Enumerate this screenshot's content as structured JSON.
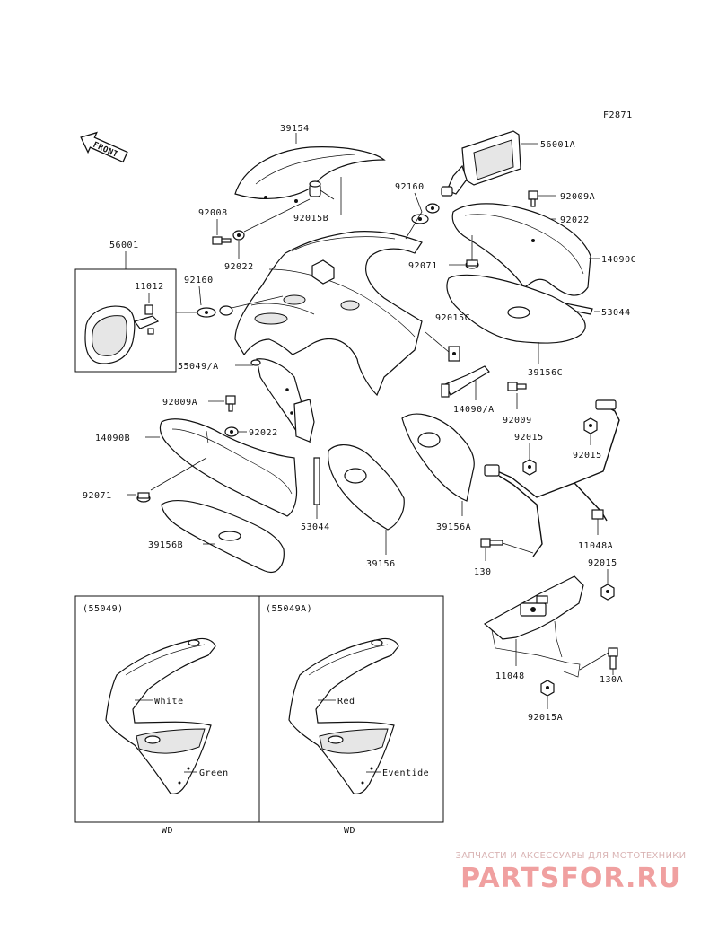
{
  "figure_code": "F2871",
  "front_label": "FRONT",
  "part_labels": {
    "l39154": "39154",
    "l56001A": "56001A",
    "l92160_top": "92160",
    "l92009A_top": "92009A",
    "l92022_right": "92022",
    "l92008": "92008",
    "l92015B": "92015B",
    "l92022_left": "92022",
    "l56001": "56001",
    "l11012": "11012",
    "l92160_left": "92160",
    "l92071_right": "92071",
    "l14090C": "14090C",
    "l53044_right": "53044",
    "l92015C": "92015C",
    "l55049A_slash": "55049/A",
    "l39156C": "39156C",
    "l92009A_left": "92009A",
    "l14090A_slash": "14090/A",
    "l92009": "92009",
    "l14090B": "14090B",
    "l92022_mid": "92022",
    "l92015_a": "92015",
    "l92015_b": "92015",
    "l92071_left": "92071",
    "l53044_mid": "53044",
    "l39156A": "39156A",
    "l11048A": "11048A",
    "l39156B": "39156B",
    "l39156": "39156",
    "l130": "130",
    "l92015_c": "92015",
    "l11048": "11048",
    "l130A": "130A",
    "l92015A": "92015A"
  },
  "inset_left": {
    "title": "(55049)",
    "upper_color": "White",
    "lower_color": "Green",
    "footer": "WD"
  },
  "inset_right": {
    "title": "(55049A)",
    "upper_color": "Red",
    "lower_color": "Eventide",
    "footer": "WD"
  },
  "watermark": {
    "top_text": "ЗАПЧАСТИ И АКСЕССУАРЫ ДЛЯ МОТОТЕХНИКИ",
    "logo_text": "PARTSFOR.RU"
  }
}
